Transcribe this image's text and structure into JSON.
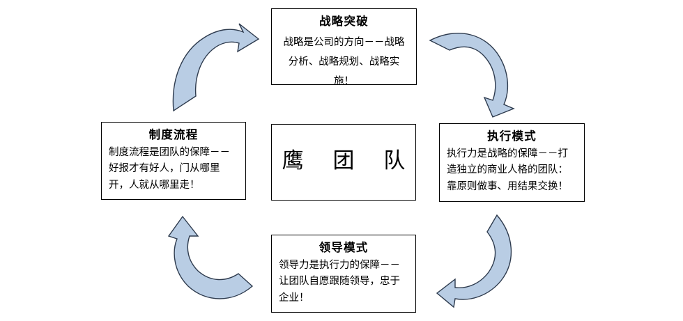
{
  "diagram": {
    "title_center": "鹰 团 队",
    "accent_color": "#b9cde4",
    "border_color": "#2e3b4e",
    "box_border_color": "#000000",
    "nodes": [
      {
        "id": "strategy",
        "position": "top",
        "title": "战略突破",
        "body": "战略是公司的方向－－战略分析、战略规划、战略实施！"
      },
      {
        "id": "execution",
        "position": "right",
        "title": "执行模式",
        "body": "执行力是战略的保障－－打造独立的商业人格的团队：靠原则做事、用结果交换！"
      },
      {
        "id": "leadership",
        "position": "bottom",
        "title": "领导模式",
        "body": "领导力是执行力的保障－－让团队自愿跟随领导，忠于企业！"
      },
      {
        "id": "system",
        "position": "left",
        "title": "制度流程",
        "body": "制度流程是团队的保障－－好报才有好人，门从哪里开，人就从哪里走！"
      }
    ],
    "arrows": [
      {
        "id": "arrow-left-to-top",
        "from": "system",
        "to": "strategy",
        "icon": "curved-arrow-up-right-icon"
      },
      {
        "id": "arrow-top-to-right",
        "from": "strategy",
        "to": "execution",
        "icon": "curved-arrow-down-right-icon"
      },
      {
        "id": "arrow-right-to-bottom",
        "from": "execution",
        "to": "leadership",
        "icon": "curved-arrow-down-left-icon"
      },
      {
        "id": "arrow-bottom-to-left",
        "from": "leadership",
        "to": "system",
        "icon": "curved-arrow-up-left-icon"
      }
    ]
  }
}
